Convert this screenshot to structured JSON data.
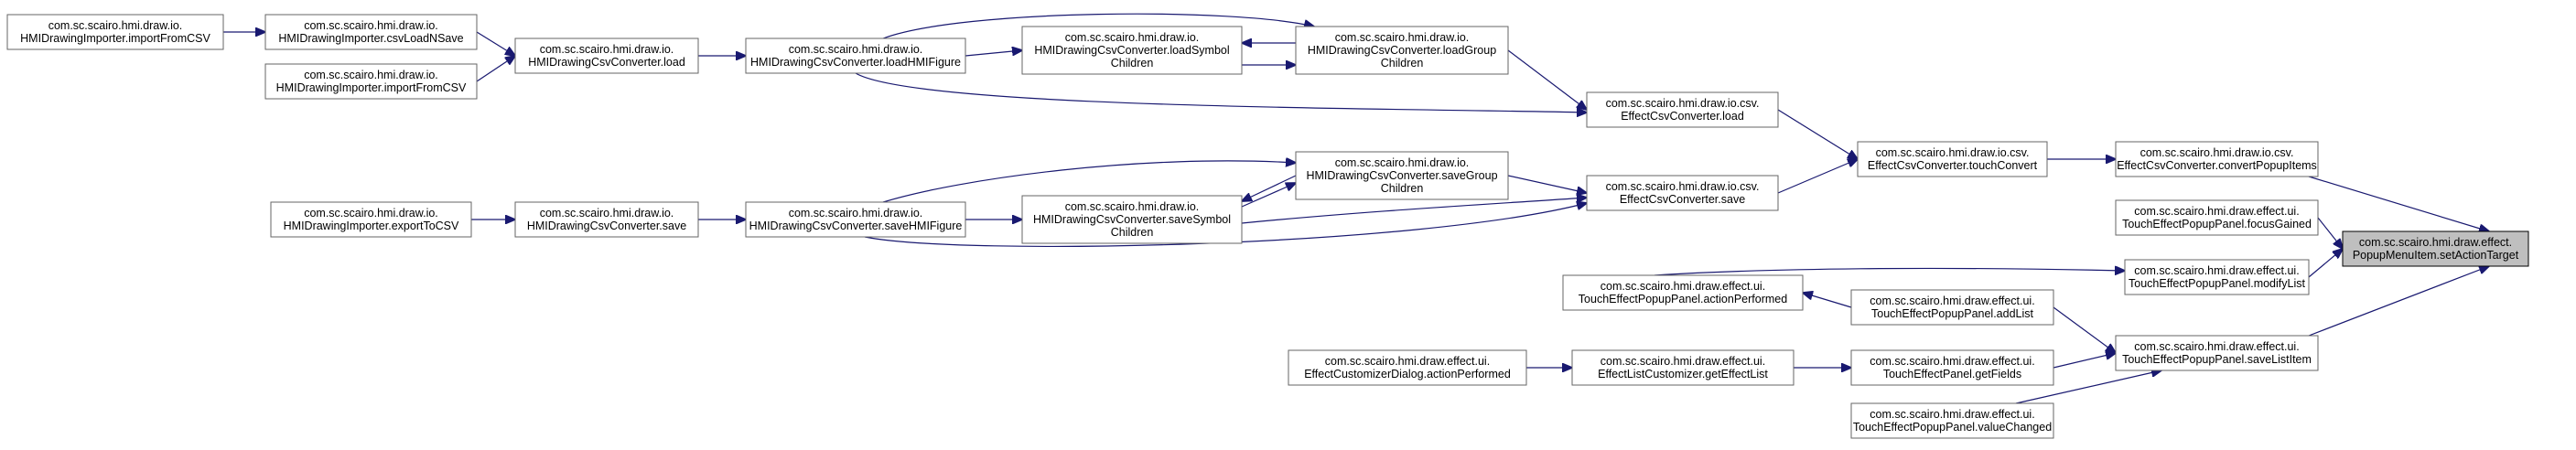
{
  "nodes": {
    "target": [
      "com.sc.scairo.hmi.draw.effect.",
      "PopupMenuItem.setActionTarget"
    ],
    "convertPopupItems": [
      "com.sc.scairo.hmi.draw.io.csv.",
      "EffectCsvConverter.convertPopupItems"
    ],
    "focusGained": [
      "com.sc.scairo.hmi.draw.effect.ui.",
      "TouchEffectPopupPanel.focusGained"
    ],
    "modifyList": [
      "com.sc.scairo.hmi.draw.effect.ui.",
      "TouchEffectPopupPanel.modifyList"
    ],
    "saveListItem": [
      "com.sc.scairo.hmi.draw.effect.ui.",
      "TouchEffectPopupPanel.saveListItem"
    ],
    "touchConvert": [
      "com.sc.scairo.hmi.draw.io.csv.",
      "EffectCsvConverter.touchConvert"
    ],
    "effLoad": [
      "com.sc.scairo.hmi.draw.io.csv.",
      "EffectCsvConverter.load"
    ],
    "effSave": [
      "com.sc.scairo.hmi.draw.io.csv.",
      "EffectCsvConverter.save"
    ],
    "loadGroupChildren": [
      "com.sc.scairo.hmi.draw.io.",
      "HMIDrawingCsvConverter.loadGroup",
      "Children"
    ],
    "loadSymbolChildren": [
      "com.sc.scairo.hmi.draw.io.",
      "HMIDrawingCsvConverter.loadSymbol",
      "Children"
    ],
    "loadHMIFigure": [
      "com.sc.scairo.hmi.draw.io.",
      "HMIDrawingCsvConverter.loadHMIFigure"
    ],
    "csvLoad": [
      "com.sc.scairo.hmi.draw.io.",
      "HMIDrawingCsvConverter.load"
    ],
    "csvLoadNSave": [
      "com.sc.scairo.hmi.draw.io.",
      "HMIDrawingImporter.csvLoadNSave"
    ],
    "importFromCSV1": [
      "com.sc.scairo.hmi.draw.io.",
      "HMIDrawingImporter.importFromCSV"
    ],
    "importFromCSV2": [
      "com.sc.scairo.hmi.draw.io.",
      "HMIDrawingImporter.importFromCSV"
    ],
    "saveGroupChildren": [
      "com.sc.scairo.hmi.draw.io.",
      "HMIDrawingCsvConverter.saveGroup",
      "Children"
    ],
    "saveSymbolChildren": [
      "com.sc.scairo.hmi.draw.io.",
      "HMIDrawingCsvConverter.saveSymbol",
      "Children"
    ],
    "saveHMIFigure": [
      "com.sc.scairo.hmi.draw.io.",
      "HMIDrawingCsvConverter.saveHMIFigure"
    ],
    "csvSave": [
      "com.sc.scairo.hmi.draw.io.",
      "HMIDrawingCsvConverter.save"
    ],
    "exportToCSV": [
      "com.sc.scairo.hmi.draw.io.",
      "HMIDrawingImporter.exportToCSV"
    ],
    "actionPerformedPopup": [
      "com.sc.scairo.hmi.draw.effect.ui.",
      "TouchEffectPopupPanel.actionPerformed"
    ],
    "addList": [
      "com.sc.scairo.hmi.draw.effect.ui.",
      "TouchEffectPopupPanel.addList"
    ],
    "getFields": [
      "com.sc.scairo.hmi.draw.effect.ui.",
      "TouchEffectPanel.getFields"
    ],
    "valueChanged": [
      "com.sc.scairo.hmi.draw.effect.ui.",
      "TouchEffectPopupPanel.valueChanged"
    ],
    "getEffectList": [
      "com.sc.scairo.hmi.draw.effect.ui.",
      "EffectListCustomizer.getEffectList"
    ],
    "customizerActionPerformed": [
      "com.sc.scairo.hmi.draw.effect.ui.",
      "EffectCustomizerDialog.actionPerformed"
    ]
  },
  "edges": [
    [
      "convertPopupItems",
      "target"
    ],
    [
      "focusGained",
      "target"
    ],
    [
      "modifyList",
      "target"
    ],
    [
      "saveListItem",
      "target"
    ],
    [
      "touchConvert",
      "convertPopupItems"
    ],
    [
      "effLoad",
      "touchConvert"
    ],
    [
      "effSave",
      "touchConvert"
    ],
    [
      "loadGroupChildren",
      "effLoad"
    ],
    [
      "loadHMIFigure",
      "effLoad"
    ],
    [
      "loadHMIFigure",
      "loadGroupChildren"
    ],
    [
      "loadSymbolChildren",
      "loadGroupChildren"
    ],
    [
      "loadGroupChildren",
      "loadSymbolChildren"
    ],
    [
      "loadHMIFigure",
      "loadSymbolChildren"
    ],
    [
      "csvLoad",
      "loadHMIFigure"
    ],
    [
      "csvLoadNSave",
      "csvLoad"
    ],
    [
      "importFromCSV2",
      "csvLoad"
    ],
    [
      "importFromCSV1",
      "csvLoadNSave"
    ],
    [
      "saveGroupChildren",
      "effSave"
    ],
    [
      "saveSymbolChildren",
      "effSave"
    ],
    [
      "saveHMIFigure",
      "effSave"
    ],
    [
      "saveHMIFigure",
      "saveGroupChildren"
    ],
    [
      "saveSymbolChildren",
      "saveGroupChildren"
    ],
    [
      "saveGroupChildren",
      "saveSymbolChildren"
    ],
    [
      "saveHMIFigure",
      "saveSymbolChildren"
    ],
    [
      "csvSave",
      "saveHMIFigure"
    ],
    [
      "exportToCSV",
      "csvSave"
    ],
    [
      "actionPerformedPopup",
      "modifyList"
    ],
    [
      "addList",
      "actionPerformedPopup"
    ],
    [
      "addList",
      "saveListItem"
    ],
    [
      "getFields",
      "saveListItem"
    ],
    [
      "valueChanged",
      "saveListItem"
    ],
    [
      "getEffectList",
      "getFields"
    ],
    [
      "customizerActionPerformed",
      "getEffectList"
    ]
  ]
}
